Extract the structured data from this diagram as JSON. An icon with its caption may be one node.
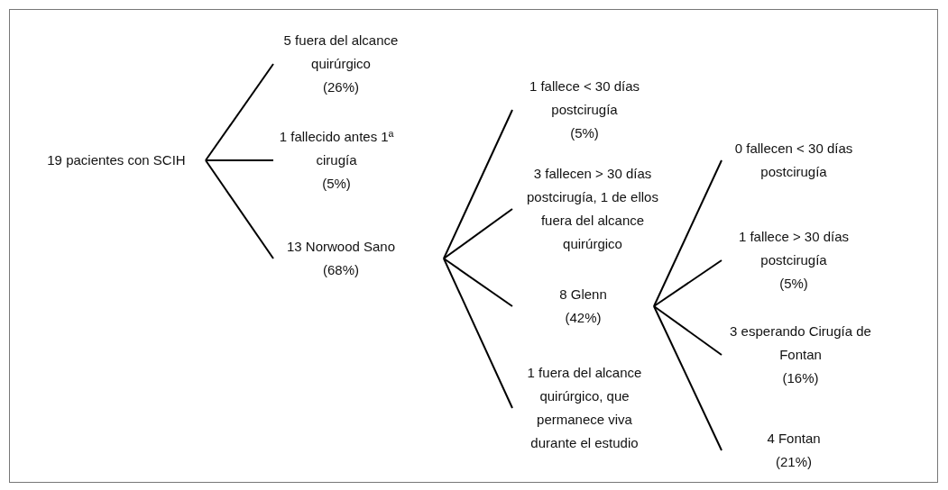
{
  "diagram": {
    "nodes": [
      {
        "text": [
          "19 pacientes con SCIH"
        ]
      },
      {
        "text": [
          "5 fuera del alcance quirúrgico",
          "(26%)"
        ]
      },
      {
        "text": [
          "1 fallecido antes 1ª cirugía",
          "(5%)"
        ]
      },
      {
        "text": [
          "13 Norwood Sano",
          "(68%)"
        ]
      },
      {
        "text": [
          "1 fallece < 30 días postcirugía",
          "(5%)"
        ]
      },
      {
        "text": [
          "3 fallecen > 30 días postcirugía, 1 de ellos fuera del alcance quirúrgico"
        ]
      },
      {
        "text": [
          "8 Glenn",
          "(42%)"
        ]
      },
      {
        "text": [
          "1 fuera del alcance quirúrgico, que permanece viva durante el estudio"
        ]
      },
      {
        "text": [
          "0 fallecen < 30 días postcirugía"
        ]
      },
      {
        "text": [
          "1 fallece > 30 días postcirugía",
          "(5%)"
        ]
      },
      {
        "text": [
          "3 esperando Cirugía de Fontan",
          "(16%)"
        ]
      },
      {
        "text": [
          "4 Fontan",
          "(21%)"
        ]
      }
    ],
    "edges": [
      {
        "from": 0,
        "to": 1,
        "arrow": "none"
      },
      {
        "from": 0,
        "to": 2,
        "arrow": "none"
      },
      {
        "from": 0,
        "to": 3,
        "arrow": "none"
      },
      {
        "from": 3,
        "to": 4,
        "arrow": "none"
      },
      {
        "from": 3,
        "to": 5,
        "arrow": "none"
      },
      {
        "from": 3,
        "to": 6,
        "arrow": "none"
      },
      {
        "from": 3,
        "to": 7,
        "arrow": "none"
      },
      {
        "from": 6,
        "to": 8,
        "arrow": "none"
      },
      {
        "from": 6,
        "to": 9,
        "arrow": "none"
      },
      {
        "from": 6,
        "to": 10,
        "arrow": "none"
      },
      {
        "from": 6,
        "to": 11,
        "arrow": "none"
      }
    ]
  }
}
